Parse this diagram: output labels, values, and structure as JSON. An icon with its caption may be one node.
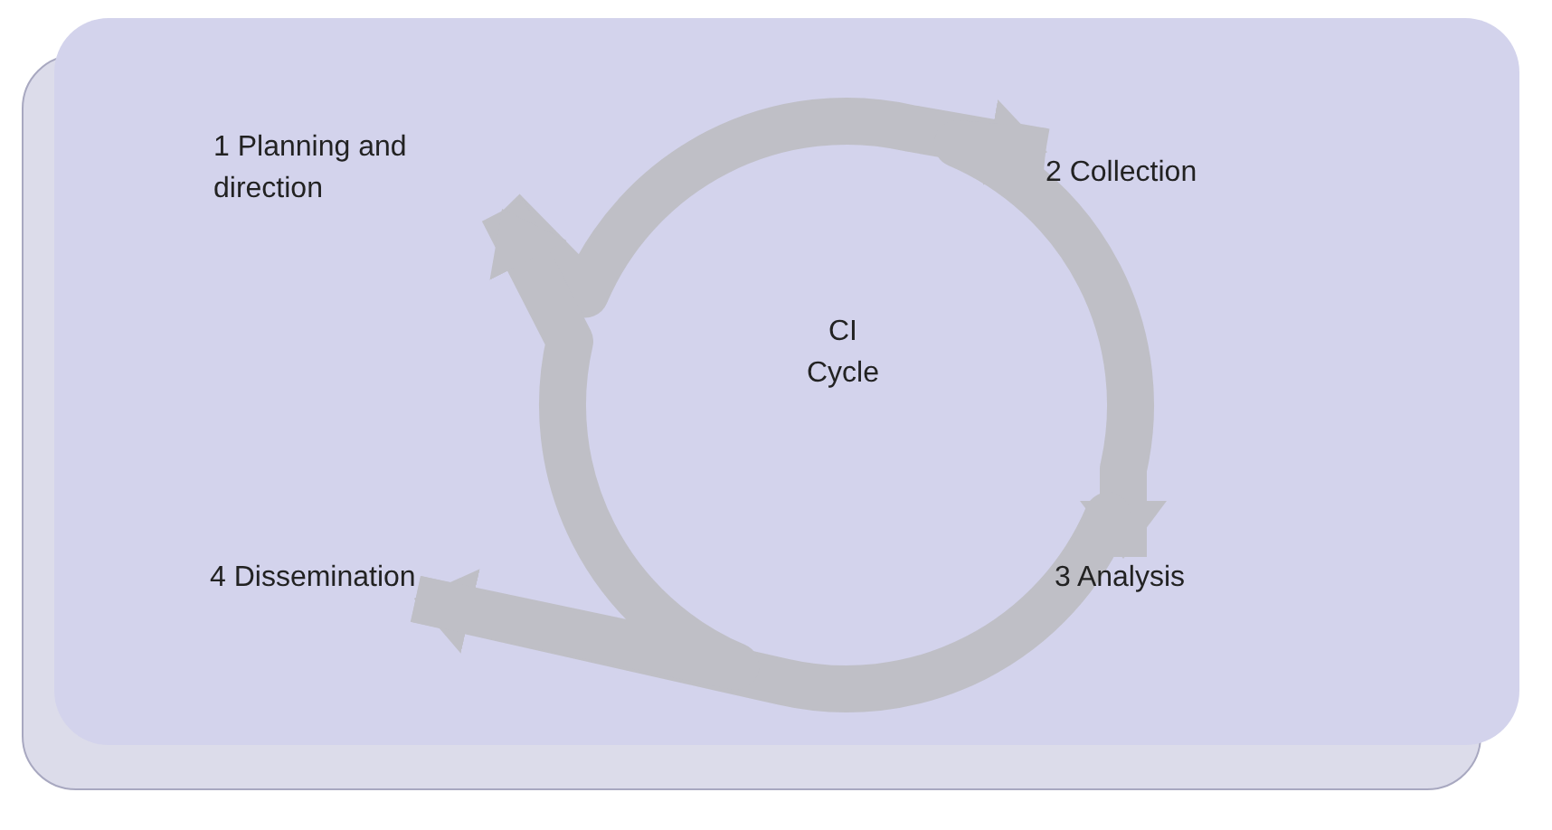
{
  "diagram": {
    "nodes": [
      {
        "text": [
          "1 Planning and direction"
        ]
      },
      {
        "text": [
          "2 Collection"
        ]
      },
      {
        "text": [
          "3 Analysis"
        ]
      },
      {
        "text": [
          "4 Dissemination"
        ]
      },
      {
        "text": [
          "CI Cycle"
        ]
      }
    ],
    "edges": [
      {
        "from": 0,
        "to": 1,
        "arrow": "to"
      },
      {
        "from": 1,
        "to": 2,
        "arrow": "to"
      },
      {
        "from": 2,
        "to": 3,
        "arrow": "to"
      },
      {
        "from": 3,
        "to": 0,
        "arrow": "to"
      }
    ]
  }
}
